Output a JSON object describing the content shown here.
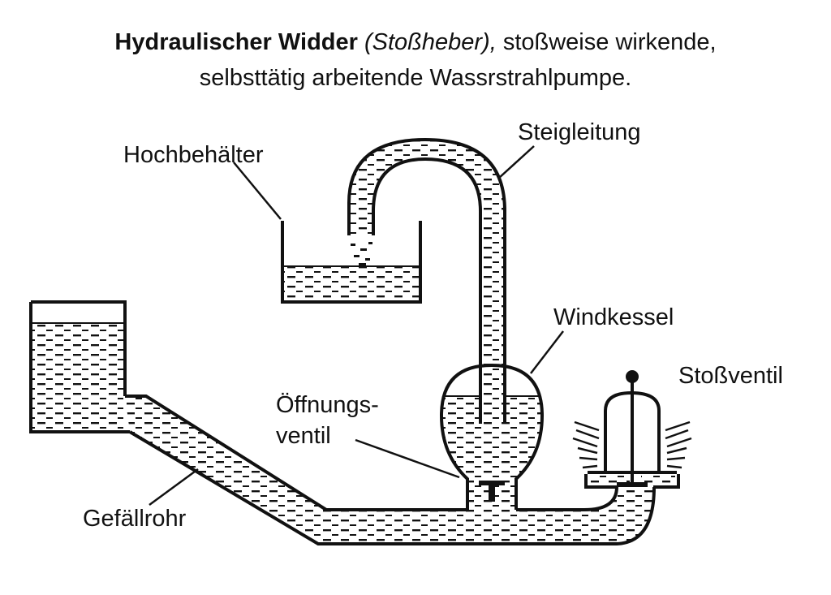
{
  "title": {
    "bold": "Hydraulischer Widder",
    "italic": "(Stoßheber),",
    "rest": " stoßweise wirkende,",
    "line2": "selbsttätig arbeitende Wassrstrahlpumpe."
  },
  "labels": {
    "hochbehaelter": "Hochbehälter",
    "steigleitung": "Steigleitung",
    "windkessel": "Windkessel",
    "stossventil": "Stoßventil",
    "oeffnungsventil_line1": "Öffnungs-",
    "oeffnungsventil_line2": "ventil",
    "gefaellrohr": "Gefällrohr"
  },
  "colors": {
    "ink": "#111111",
    "paper": "#ffffff"
  }
}
